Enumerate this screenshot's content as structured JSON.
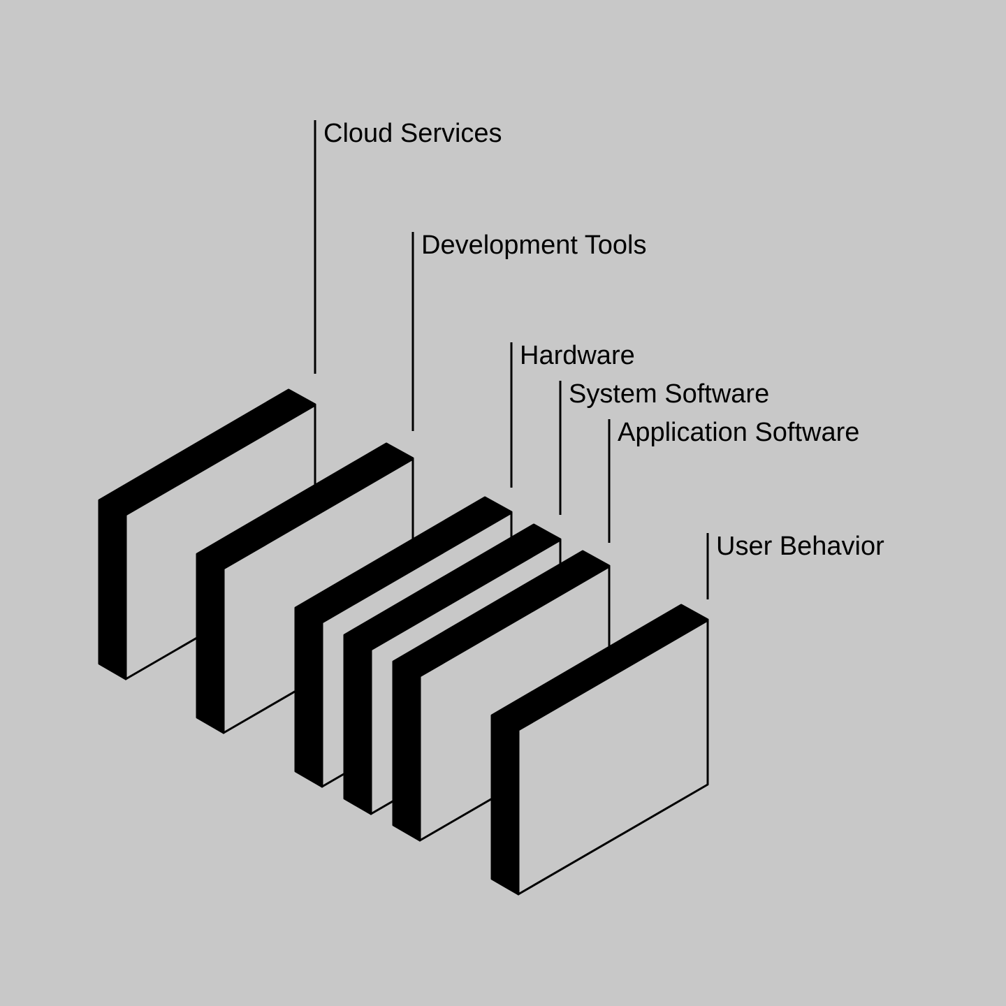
{
  "diagram": {
    "layers": [
      {
        "label": "Cloud Services"
      },
      {
        "label": "Development Tools"
      },
      {
        "label": "Hardware"
      },
      {
        "label": "System Software"
      },
      {
        "label": "Application Software"
      },
      {
        "label": "User Behavior"
      }
    ],
    "colors": {
      "background": "#c8c8c8",
      "panel_edge": "#000000",
      "panel_face": "#c8c8c8"
    }
  }
}
